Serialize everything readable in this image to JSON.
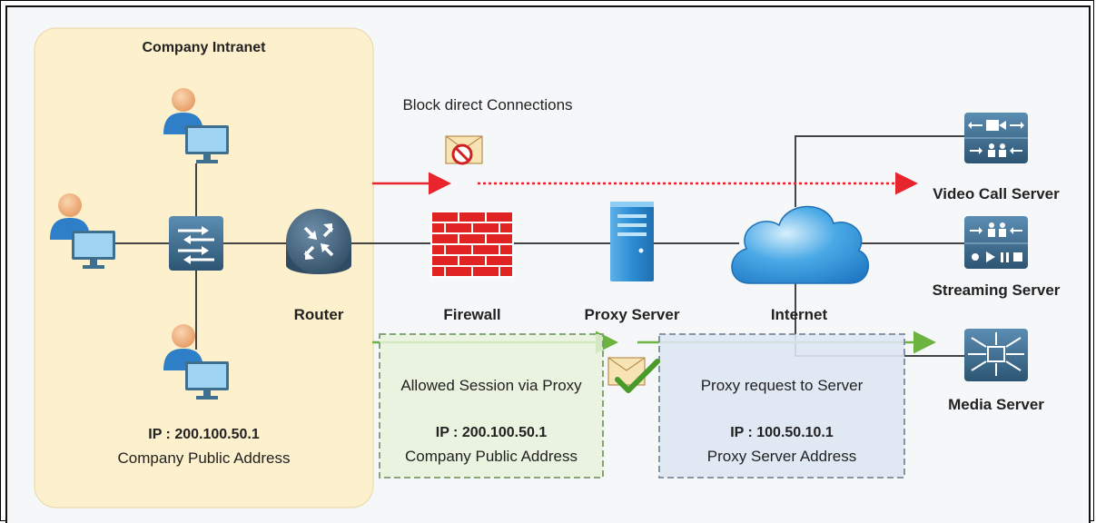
{
  "intranet": {
    "title": "Company Intranet",
    "ip": "IP : 200.100.50.1",
    "address": "Company Public Address"
  },
  "labels": {
    "block": "Block direct Connections",
    "router": "Router",
    "firewall": "Firewall",
    "proxy": "Proxy Server",
    "internet": "Internet",
    "video": "Video Call Server",
    "streaming": "Streaming Server",
    "media": "Media Server"
  },
  "allowed_box": {
    "title": "Allowed Session via Proxy",
    "ip": "IP : 200.100.50.1",
    "address": "Company Public Address"
  },
  "proxy_box": {
    "title": "Proxy request to Server",
    "ip": "IP : 100.50.10.1",
    "address": "Proxy Server Address"
  },
  "colors": {
    "intranet_fill": "#fdf0cc",
    "blocked_arrow": "#e8242c",
    "allowed_arrow": "#6db33f",
    "allowed_fill": "#e6f2da",
    "proxy_fill": "#dde6f2",
    "device_blue": "#3b6a8c",
    "firewall_red": "#e02424",
    "cloud_blue": "#2e8fd8"
  }
}
